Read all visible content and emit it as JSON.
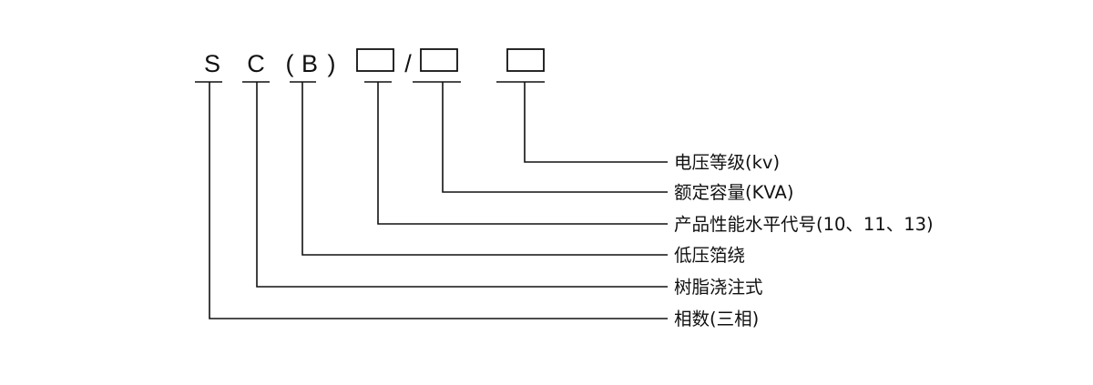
{
  "code": {
    "phase": "S",
    "insulation": "C",
    "paren_open": "(",
    "winding": "B",
    "paren_close": ")",
    "separator": "/"
  },
  "labels": {
    "voltage_level": "电压等级(kv)",
    "rated_capacity": "额定容量(KVA)",
    "performance_code": "产品性能水平代号(10、11、13)",
    "lv_foil_winding": "低压箔绕",
    "resin_cast": "树脂浇注式",
    "phase_count": "相数(三相)"
  }
}
